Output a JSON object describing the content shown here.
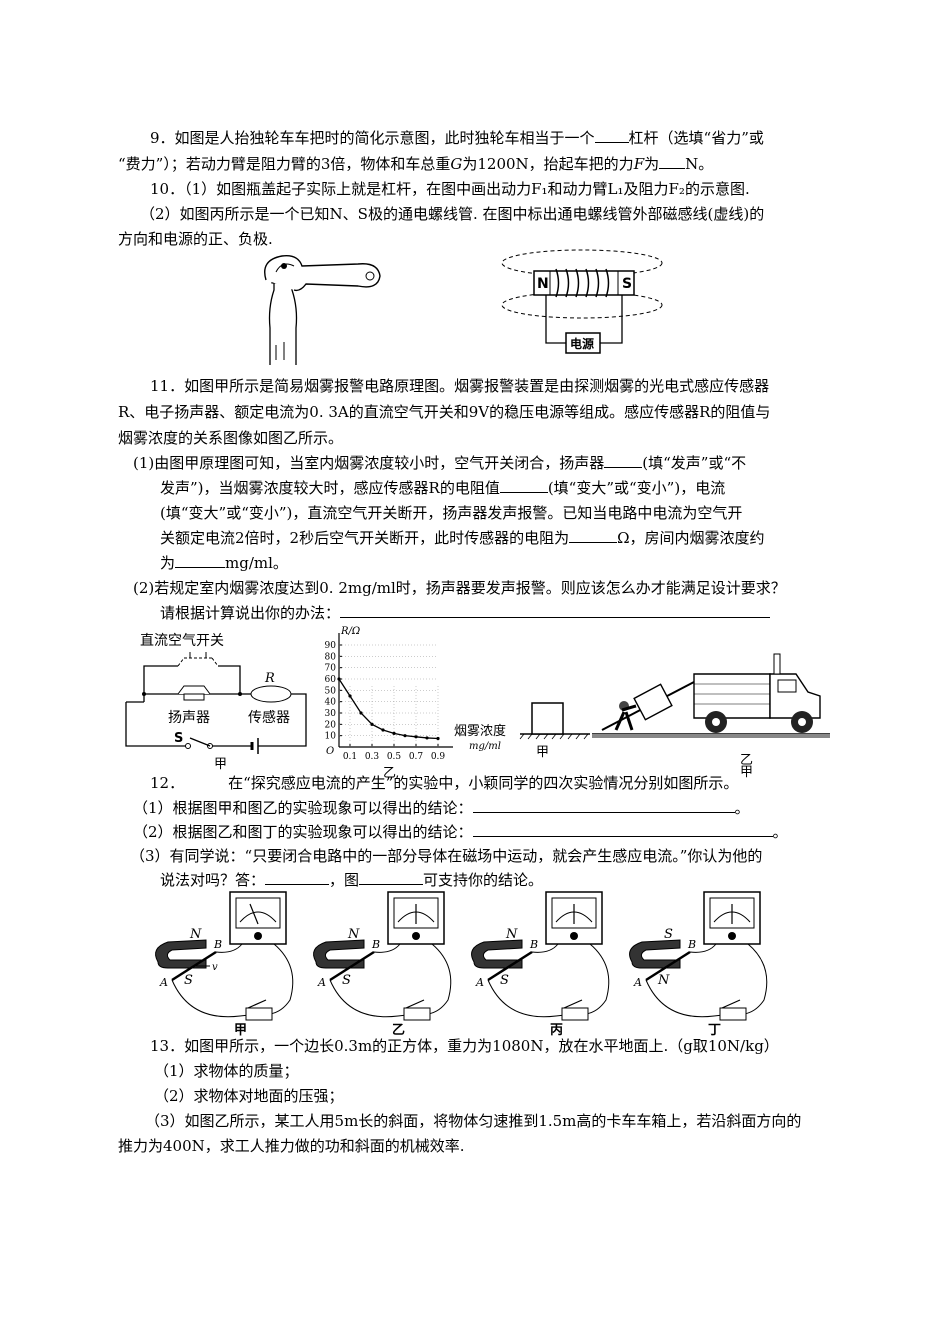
{
  "q9": {
    "line1a": "9．如图是人抬独轮车车把时的简化示意图，此时独轮车相当于一个",
    "line1b": "杠杆（选填“省力”或",
    "line2a": "“费力”）；若动力臂是阻力臂的3倍，物体和车总重",
    "line2G": "G",
    "line2b": "为1200N，抬起车把的力",
    "line2F": "F",
    "line2c": "为",
    "line2d": "N。"
  },
  "q10": {
    "line1": "10．（1）如图瓶盖起子实际上就是杠杆，在图中画出动力F₁和动力臂L₁及阻力F₂的示意图.",
    "line2": "（2）如图丙所示是一个已知N、S极的通电螺线管. 在图中标出通电螺线管外部磁感线(虚线)的",
    "line3": "方向和电源的正、负极.",
    "fig": {
      "n": "N",
      "s": "S",
      "power": "电源"
    }
  },
  "q11": {
    "line1": "11．如图甲所示是简易烟雾报警电路原理图。烟雾报警装置是由探测烟雾的光电式感应传感器",
    "line2": "R、电子扬声器、额定电流为0. 3A的直流空气开关和9V的稳压电源等组成。感应传感器R的阻值与",
    "line3": "烟雾浓度的关系图像如图乙所示。",
    "p1a": "(1)由图甲原理图可知，当室内烟雾浓度较小时，空气开关闭合，扬声器",
    "p1b": "(填“发声”或“不",
    "p1c": "发声”)，当烟雾浓度较大时，感应传感器R的电阻值",
    "p1d": "(填“变大”或“变小”)，电流",
    "p1e": "(填“变大”或“变小”)，直流空气开关断开，扬声器发声报警。已知当电路中电流为空气开",
    "p1f": "关额定电流2倍时，2秒后空气开关断开，此时传感器的电阻为",
    "p1g": "Ω，房间内烟雾浓度约",
    "p1h": "为",
    "p1i": "mg/ml。",
    "p2a": "(2)若规定室内烟雾浓度达到0. 2mg/ml时，扬声器要发声报警。则应该怎么办才能满足设计要求？",
    "p2b": "请根据计算说出你的办法："
  },
  "fig11": {
    "switch": "直流空气开关",
    "r": "R",
    "speaker": "扬声器",
    "sensor": "传感器",
    "s": "S",
    "jia": "甲",
    "ylabel": "R/Ω",
    "xlabel": "烟雾浓度",
    "unit": "mg/ml",
    "yi": "乙",
    "origin": "O"
  },
  "fig13": {
    "jia": "甲",
    "yi": "乙",
    "jia2": "甲"
  },
  "chart_data": {
    "type": "line",
    "ylabel": "R/Ω",
    "xlabel": "烟雾浓度",
    "xunit": "mg/ml",
    "xticks": [
      "0.1",
      "0.3",
      "0.5",
      "0.7",
      "0.9"
    ],
    "yticks": [
      "90",
      "80",
      "70",
      "60",
      "50",
      "40",
      "30",
      "20",
      "10"
    ],
    "ylim": [
      0,
      90
    ],
    "xlim": [
      0,
      1.0
    ],
    "x": [
      0.0,
      0.1,
      0.2,
      0.3,
      0.4,
      0.5,
      0.6,
      0.7,
      0.8,
      0.9
    ],
    "y": [
      60,
      45,
      30,
      20,
      15,
      12,
      10,
      9,
      8,
      7.5
    ]
  },
  "q12": {
    "line1a": "12．",
    "line1b": "在“探究感应电流的产生”的实验中，小颖同学的四次实验情况分别如图所示。",
    "p1": "（1）根据图甲和图乙的实验现象可以得出的结论：",
    "p2": "（2）根据图乙和图丁的实验现象可以得出的结论：",
    "p3": "（3）有同学说：“只要闭合电路中的一部分导体在磁场中运动，就会产生感应电流。”你认为他的",
    "p4a": "说法对吗？答：",
    "p4b": "，图",
    "p4c": "可支持你的结论。",
    "period": "。",
    "figs": [
      {
        "cap": "甲",
        "top": "N",
        "bot": "S"
      },
      {
        "cap": "乙",
        "top": "N",
        "bot": "S"
      },
      {
        "cap": "丙",
        "top": "N",
        "bot": "S"
      },
      {
        "cap": "丁",
        "top": "S",
        "bot": "N"
      }
    ],
    "a": "A",
    "b": "B",
    "v": "v"
  },
  "q13": {
    "line1": "13．如图甲所示，一个边长0.3m的正方体，重力为1080N，放在水平地面上.（g取10N/kg）",
    "p1": "（1）求物体的质量；",
    "p2": "（2）求物体对地面的压强；",
    "p3": "（3）如图乙所示，某工人用5m长的斜面，将物体匀速推到1.5m高的卡车车箱上，若沿斜面方向的",
    "p4": "推力为400N，求工人推力做的功和斜面的机械效率."
  }
}
